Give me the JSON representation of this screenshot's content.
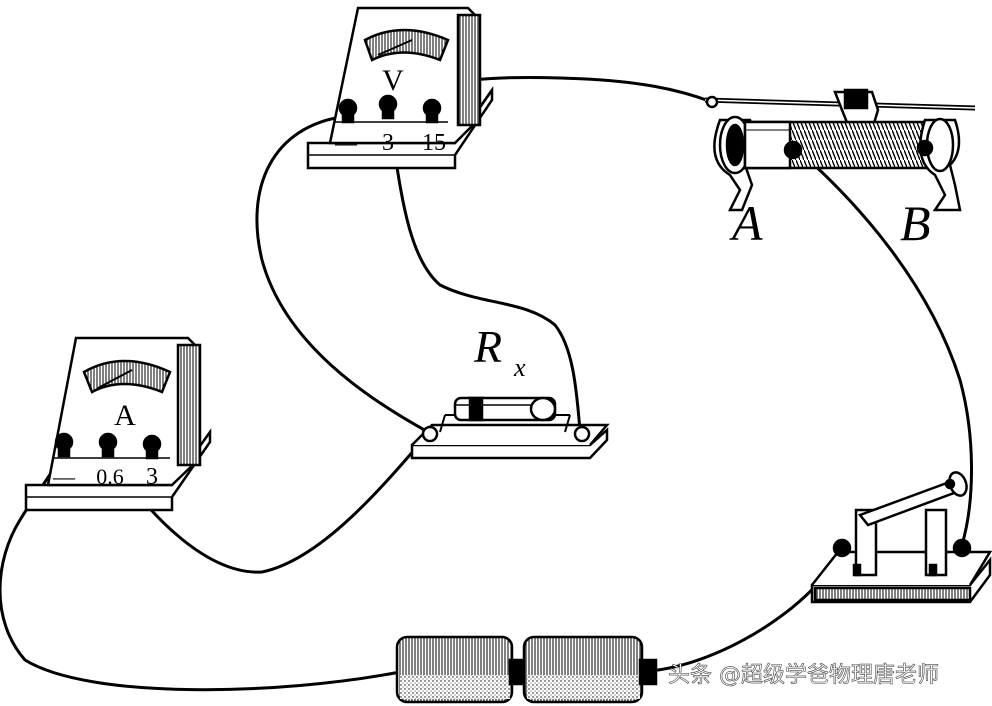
{
  "voltmeter": {
    "symbol": "V",
    "terminals": [
      "—",
      "3",
      "15"
    ]
  },
  "ammeter": {
    "symbol": "A",
    "terminals": [
      "—",
      "0.6",
      "3"
    ]
  },
  "rheostat": {
    "end_a": "A",
    "end_b": "B"
  },
  "resistor": {
    "label_main": "R",
    "label_sub": "x"
  },
  "watermark": {
    "text": "头条 @超级学爸物理唐老师"
  },
  "colors": {
    "line": "#000000",
    "background": "#ffffff",
    "watermark": "#ffffff"
  }
}
